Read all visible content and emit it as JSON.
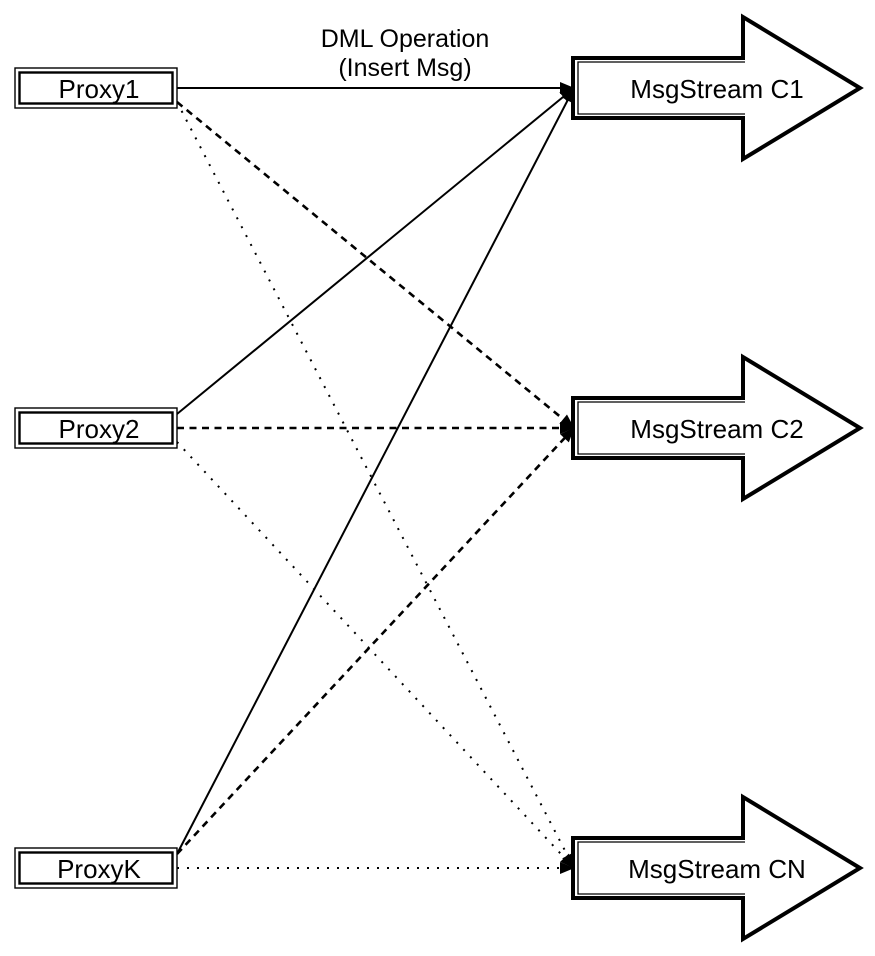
{
  "diagram": {
    "annotation": {
      "line1": "DML Operation",
      "line2": "(Insert Msg)"
    },
    "proxies": [
      {
        "id": "proxy1",
        "label": "Proxy1"
      },
      {
        "id": "proxy2",
        "label": "Proxy2"
      },
      {
        "id": "proxyk",
        "label": "ProxyK"
      }
    ],
    "streams": [
      {
        "id": "c1",
        "label": "MsgStream C1"
      },
      {
        "id": "c2",
        "label": "MsgStream C2"
      },
      {
        "id": "cn",
        "label": "MsgStream CN"
      }
    ],
    "edges": [
      {
        "from": "proxy1",
        "to": "c1",
        "style": "solid"
      },
      {
        "from": "proxy1",
        "to": "c2",
        "style": "dashed"
      },
      {
        "from": "proxy1",
        "to": "cn",
        "style": "dotted"
      },
      {
        "from": "proxy2",
        "to": "c1",
        "style": "solid"
      },
      {
        "from": "proxy2",
        "to": "c2",
        "style": "dashed"
      },
      {
        "from": "proxy2",
        "to": "cn",
        "style": "dotted"
      },
      {
        "from": "proxyk",
        "to": "c1",
        "style": "solid"
      },
      {
        "from": "proxyk",
        "to": "c2",
        "style": "dashed"
      },
      {
        "from": "proxyk",
        "to": "cn",
        "style": "dotted"
      }
    ],
    "legend": {
      "solid_means": "insert to MsgStream C1",
      "dashed_means": "insert to MsgStream C2",
      "dotted_means": "insert to MsgStream CN"
    },
    "colors": {
      "stroke": "#000000",
      "node_fill": "#ffffff",
      "background": "#ffffff"
    }
  }
}
